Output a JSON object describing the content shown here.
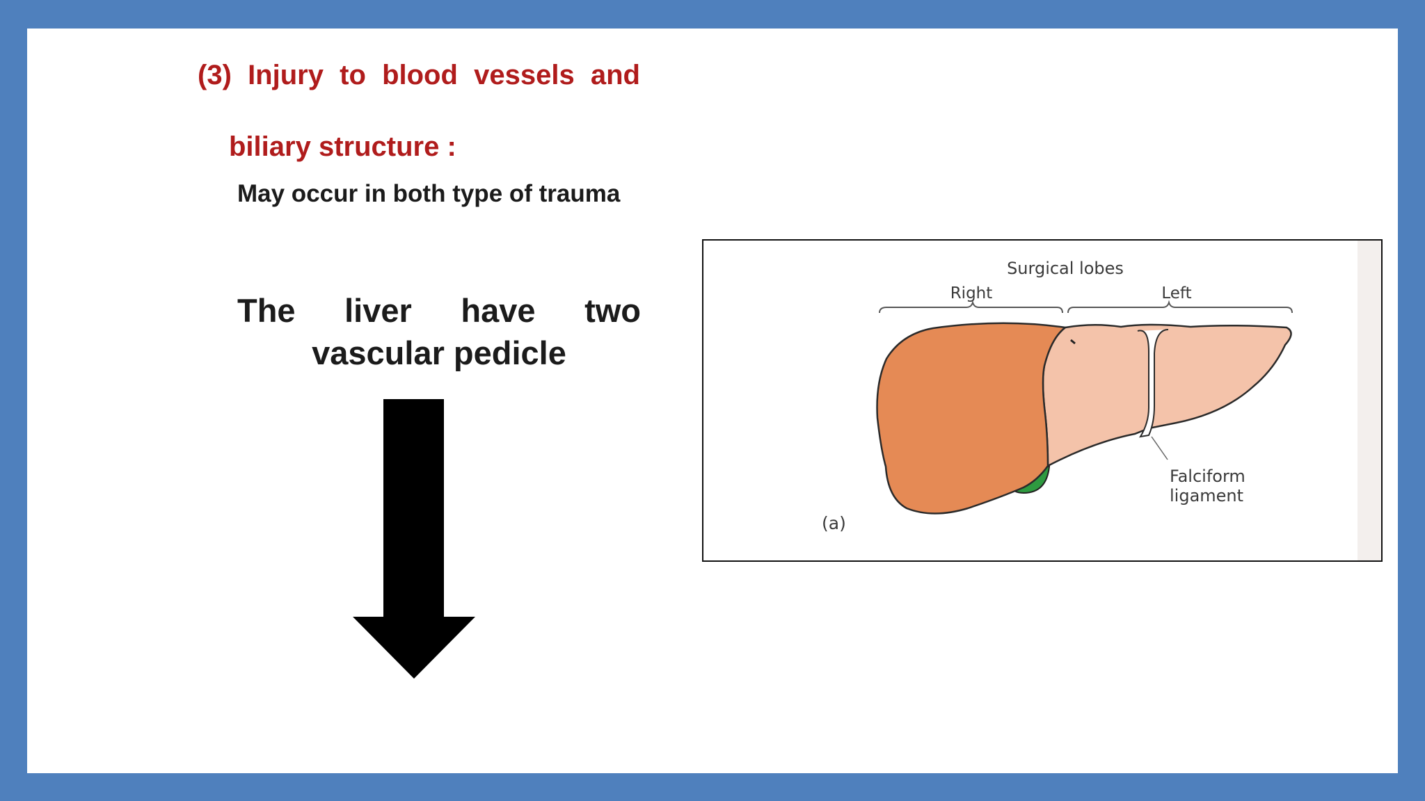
{
  "slide": {
    "heading": {
      "number": "(3)",
      "words": [
        "Injury",
        "to",
        "blood",
        "vessels",
        "and"
      ],
      "line2": "biliary structure :"
    },
    "subtext": "May occur in both type of trauma",
    "statement": {
      "line1_words": [
        "The",
        "liver",
        "have",
        "two"
      ],
      "line2": "vascular pedicle"
    },
    "arrow_icon": "down-arrow-icon",
    "figure": {
      "title": "Surgical lobes",
      "right_label": "Right",
      "left_label": "Left",
      "ligament_label_line1": "Falciform",
      "ligament_label_line2": "ligament",
      "panel_label": "(a)",
      "colors": {
        "right_lobe": "#e58a55",
        "left_lobe": "#f4c3aa",
        "gallbladder": "#2e9a40",
        "background": "#4f80bd",
        "heading": "#b01c1c"
      }
    }
  }
}
